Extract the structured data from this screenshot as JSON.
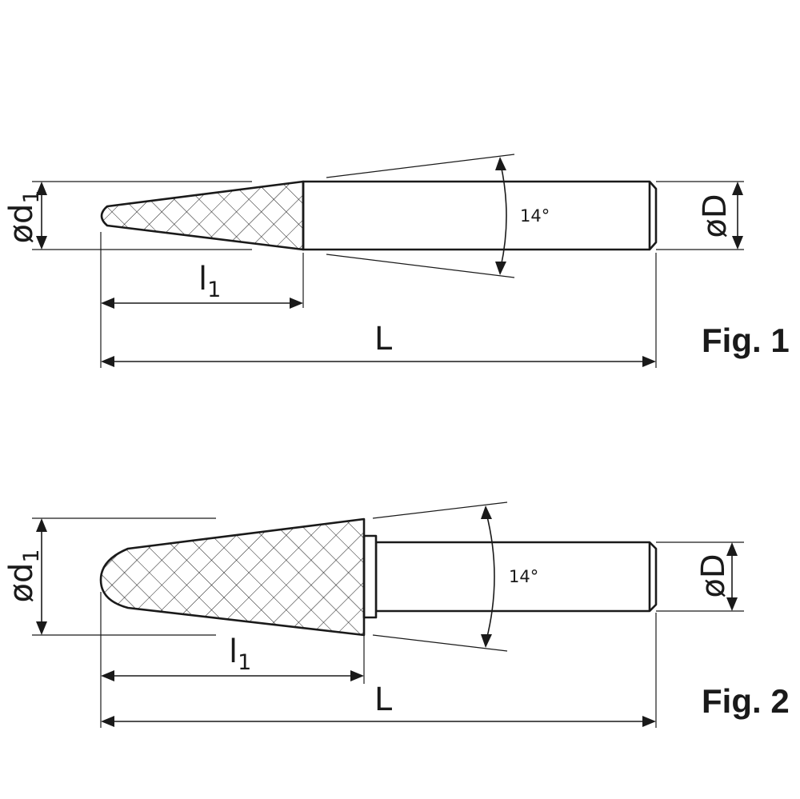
{
  "figures": [
    {
      "caption": "Fig. 1",
      "small_diameter": {
        "symbol": "ød",
        "subscript": "1"
      },
      "large_diameter": "øD",
      "head_length": {
        "symbol": "l",
        "subscript": "1"
      },
      "overall_length": "L",
      "angle": "14°"
    },
    {
      "caption": "Fig. 2",
      "small_diameter": {
        "symbol": "ød",
        "subscript": "1"
      },
      "large_diameter": "øD",
      "head_length": {
        "symbol": "l",
        "subscript": "1"
      },
      "overall_length": "L",
      "angle": "14°"
    }
  ]
}
